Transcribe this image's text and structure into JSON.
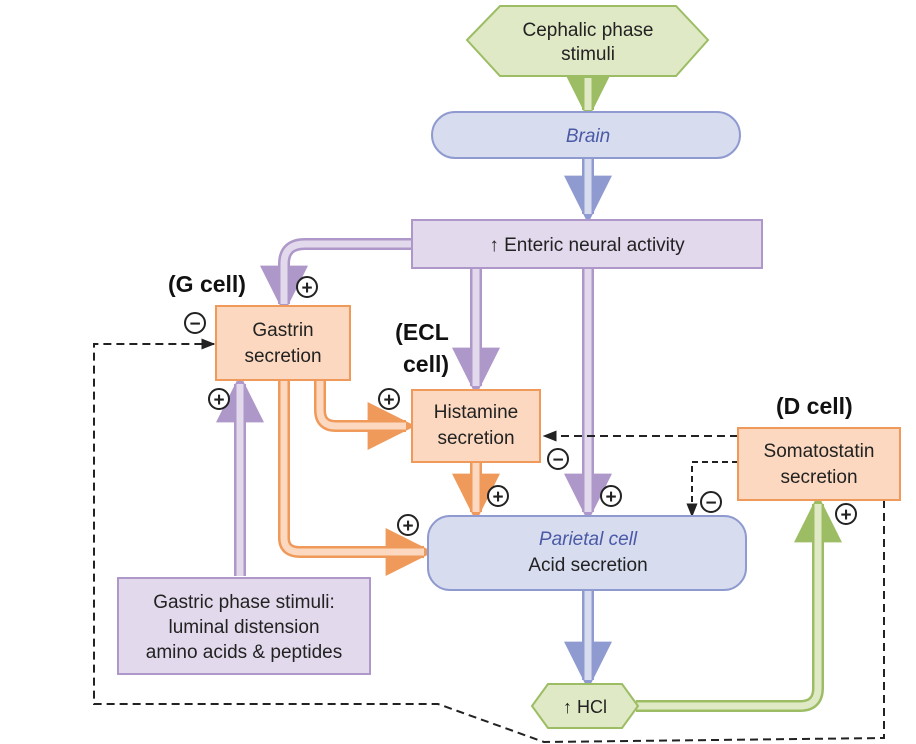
{
  "nodes": {
    "cephalic": {
      "line1": "Cephalic phase",
      "line2": "stimuli"
    },
    "brain": {
      "label": "Brain"
    },
    "enteric": {
      "label": "↑ Enteric neural activity"
    },
    "gastrin": {
      "line1": "Gastrin",
      "line2": "secretion"
    },
    "histamine": {
      "line1": "Histamine",
      "line2": "secretion"
    },
    "somatostatin": {
      "line1": "Somatostatin",
      "line2": "secretion"
    },
    "parietal": {
      "line1": "Parietal cell",
      "line2": "Acid secretion"
    },
    "gastric": {
      "line1": "Gastric phase stimuli:",
      "line2": "luminal distension",
      "line3": "amino acids & peptides"
    },
    "hcl": {
      "label": "↑ HCl"
    }
  },
  "cell_labels": {
    "g_cell": "(G cell)",
    "ecl_line1": "(ECL",
    "ecl_line2": "cell)",
    "d_cell": "(D cell)"
  },
  "signs": {
    "plus": "+",
    "minus": "−"
  },
  "colors": {
    "green_fill": "#dfe9c5",
    "green_stroke": "#9cbd64",
    "blue_fill": "#d8dcef",
    "blue_stroke": "#8f9bd0",
    "blue_text": "#4a5aa6",
    "purple_fill": "#e3d9ec",
    "purple_stroke": "#ae97c9",
    "orange_fill": "#fbd8bf",
    "orange_stroke": "#ef9a5a"
  }
}
